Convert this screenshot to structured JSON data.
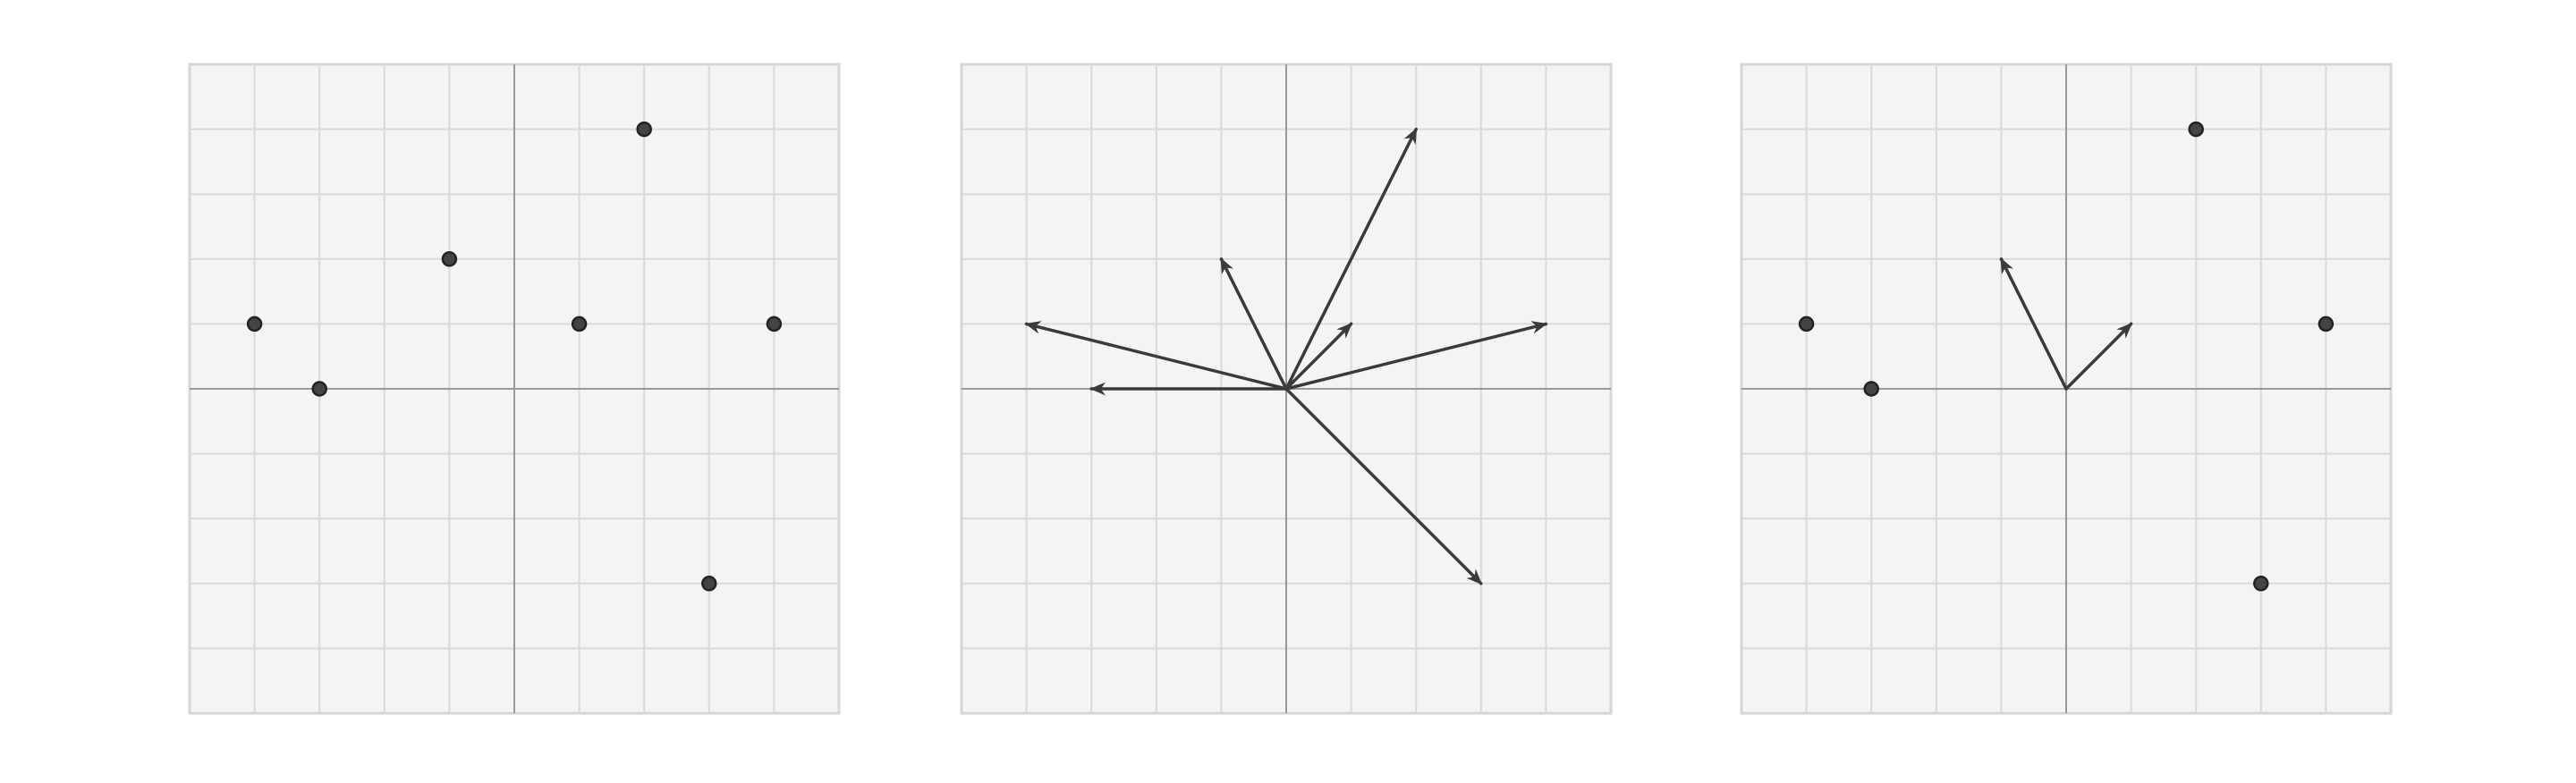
{
  "figures": [
    {
      "kind": "points",
      "grid_range": [
        -5,
        5
      ],
      "points": [
        [
          -4,
          1
        ],
        [
          -3,
          0
        ],
        [
          -1,
          2
        ],
        [
          1,
          1
        ],
        [
          2,
          4
        ],
        [
          4,
          1
        ],
        [
          3,
          -3
        ]
      ]
    },
    {
      "kind": "vectors",
      "grid_range": [
        -5,
        5
      ],
      "vectors": [
        [
          2,
          4
        ],
        [
          -1,
          2
        ],
        [
          1,
          1
        ],
        [
          4,
          1
        ],
        [
          -4,
          1
        ],
        [
          -3,
          0
        ],
        [
          3,
          -3
        ]
      ]
    },
    {
      "kind": "mixed",
      "grid_range": [
        -5,
        5
      ],
      "points": [
        [
          -4,
          1
        ],
        [
          -3,
          0
        ],
        [
          2,
          4
        ],
        [
          4,
          1
        ],
        [
          3,
          -3
        ]
      ],
      "vectors": [
        [
          -1,
          2
        ],
        [
          1,
          1
        ]
      ]
    }
  ],
  "colors": {
    "panel": "#f4f4f4",
    "grid": "#d9d9d9",
    "axis": "#9a9a9a",
    "mark": "#3a3a3a"
  }
}
